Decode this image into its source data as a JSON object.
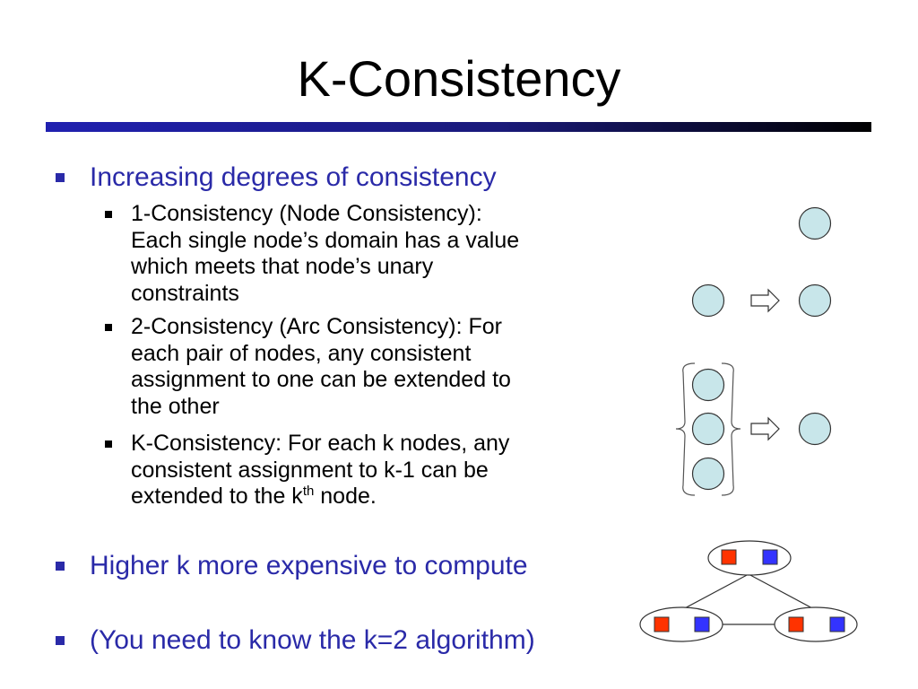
{
  "slide": {
    "title": "K-Consistency",
    "bullets": {
      "increasing": "Increasing degrees of consistency",
      "one_consistency": [
        "1-Consistency (Node Consistency):",
        "Each single node’s domain has a value",
        "which meets that node’s unary",
        "constraints"
      ],
      "two_consistency": [
        "2-Consistency (Arc Consistency): For",
        "each pair of nodes, any consistent",
        "assignment to one can be extended to",
        "the other"
      ],
      "k_consistency_lines": [
        "K-Consistency: For each k nodes, any",
        "consistent assignment to k-1 can be"
      ],
      "k_consistency_last_prefix": "extended to the k",
      "k_consistency_last_sup": "th",
      "k_consistency_last_suffix": " node.",
      "higher_k": "Higher k more expensive to compute",
      "need_to_know": "(You need to know the k=2 algorithm)"
    }
  },
  "colors": {
    "title_rule": "#1a1a7a",
    "level1_text": "#2a2aa8",
    "node_fill": "#c8e6ea",
    "value_red": "#ff3300",
    "value_blue": "#3333ff"
  }
}
